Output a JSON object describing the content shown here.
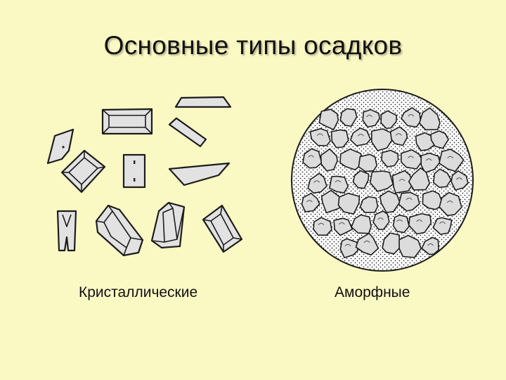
{
  "title": "Основные типы осадков",
  "labels": {
    "crystalline": "Кристаллические",
    "amorphous": "Аморфные"
  },
  "colors": {
    "background": "#fbf9c3",
    "particle_fill": "#e2e2e2",
    "outline": "#1c1c1c"
  }
}
